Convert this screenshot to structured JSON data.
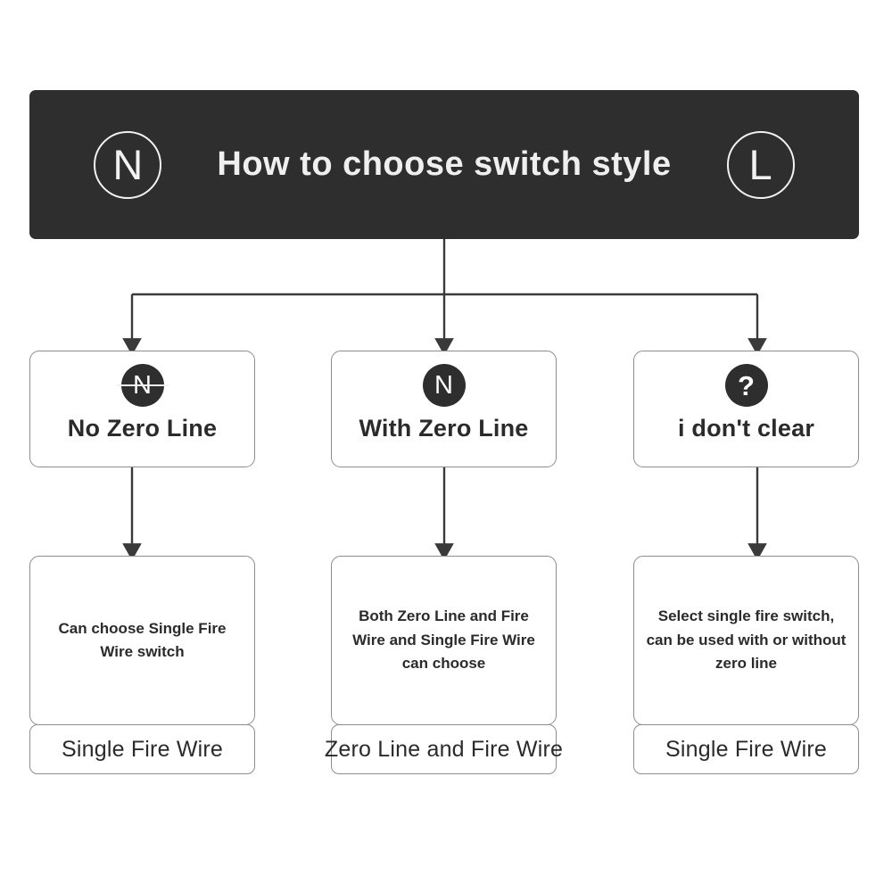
{
  "page": {
    "background_color": "#ffffff",
    "diagram_type": "flowchart"
  },
  "header": {
    "title": "How to choose switch style",
    "background_color": "#2e2e2e",
    "text_color": "#efefef",
    "left_badge": {
      "label": "N",
      "icon": "circle-outline-n-icon",
      "style": "outline"
    },
    "right_badge": {
      "label": "L",
      "icon": "circle-outline-l-icon",
      "style": "outline"
    }
  },
  "branches": [
    {
      "key": "no-zero-line",
      "badge": {
        "label": "N",
        "icon": "circle-n-strikethrough-icon",
        "style": "filled-struck",
        "fill_color": "#2e2e2e"
      },
      "decision_label": "No Zero Line",
      "result_description": "Can choose Single Fire Wire switch",
      "result_footer": "Single Fire Wire"
    },
    {
      "key": "with-zero-line",
      "badge": {
        "label": "N",
        "icon": "circle-n-icon",
        "style": "filled",
        "fill_color": "#2e2e2e"
      },
      "decision_label": "With Zero Line",
      "result_description": "Both Zero Line and Fire Wire and Single Fire Wire can choose",
      "result_footer": "Zero Line and Fire Wire"
    },
    {
      "key": "not-clear",
      "badge": {
        "label": "?",
        "icon": "circle-question-mark-icon",
        "style": "filled",
        "fill_color": "#2e2e2e"
      },
      "decision_label": "i don't clear",
      "result_description": "Select single fire switch, can be used with or without zero line",
      "result_footer": "Single Fire Wire"
    }
  ],
  "connectors": {
    "stroke_color": "#3a3a3a",
    "description": "Header splits into three downward arrows; each decision box points down to its result box."
  }
}
